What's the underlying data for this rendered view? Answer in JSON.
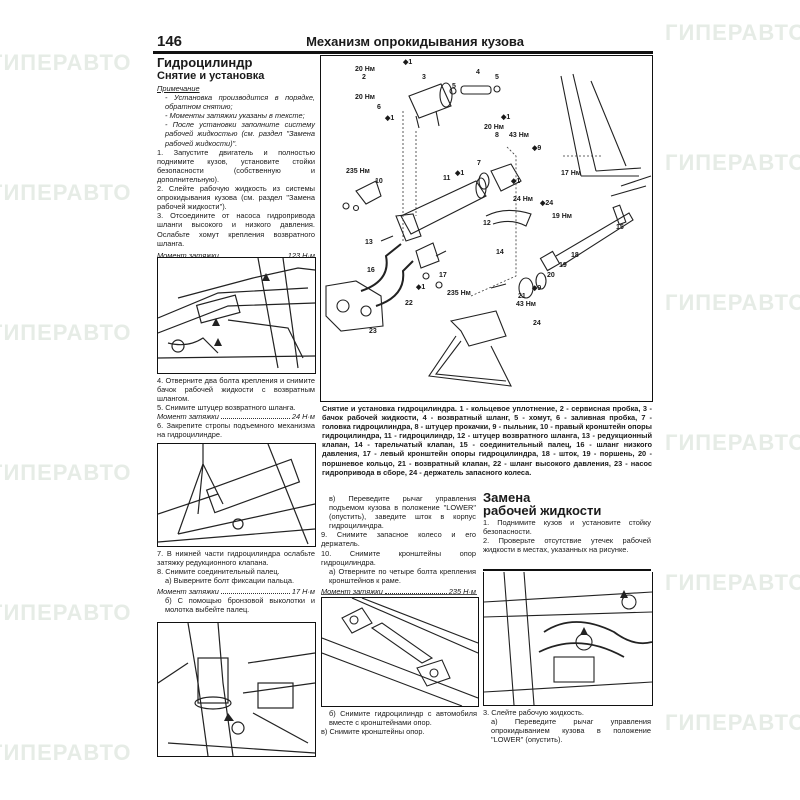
{
  "header": {
    "page_number": "146",
    "title": "Механизм опрокидывания кузова"
  },
  "watermark": "ГИПЕРАВТО",
  "left": {
    "title": "Гидроцилиндр",
    "subtitle": "Снятие и установка",
    "note_heading": "Примечание",
    "notes": [
      "- Установка производится в порядке, обратном снятию;",
      "- Моменты затяжки указаны в тексте;",
      "- После установки заполните систему рабочей жидкостью (см. раздел \"Замена рабочей жидкости)\"."
    ],
    "steps_a": [
      "1. Запустите двигатель и полностью поднимите кузов, установите стойки безопасности (собственную и дополнительную).",
      "2. Слейте рабочую жидкость из системы опрокидывания кузова (см. раздел \"Замена рабочей жидкости\").",
      "3. Отсоедините от насоса гидропривода шланги высокого и низкого давления. Ослабьте хомут крепления возвратного шланга."
    ],
    "torque_a": {
      "label": "Момент затяжки",
      "value": "123 Н·м"
    },
    "steps_b": [
      "4. Отверните два болта крепления и снимите бачок рабочей жидкости с возвратным шлангом.",
      "5. Снимите штуцер возвратного шланга."
    ],
    "torque_b": {
      "label": "Момент затяжки",
      "value": "24 Н·м"
    },
    "steps_c": [
      "6. Закрепите стропы подъемного механизма на гидроцилиндре."
    ],
    "steps_d": [
      "7. В нижней части гидроцилиндра ослабьте затяжку редукционного клапана.",
      "8. Снимите соединительный палец.",
      "а) Выверните болт фиксации пальца."
    ],
    "torque_d": {
      "label": "Момент затяжки",
      "value": "17 Н·м"
    },
    "steps_e": [
      "б) С помощью бронзовой выколотки и молотка выбейте палец."
    ]
  },
  "diagram": {
    "caption_title": "Снятие и установка гидроцилиндра.",
    "caption_body": "1 - кольцевое уплотнение, 2 - сервисная пробка, 3 - бачок рабочей жидкости, 4 - возвратный шланг, 5 - хомут, 6 - заливная пробка, 7 - головка гидроцилиндра, 8 - штуцер прокачки, 9 - пыльник, 10 - правый кронштейн опоры гидроцилиндра, 11 - гидроцилиндр, 12 - штуцер возвратного шланга, 13 - редукционный клапан, 14 - тарельчатый клапан, 15 - соединительный палец, 16 - шланг низкого давления, 17 - левый кронштейн опоры гидроцилиндра, 18 - шток, 19 - поршень, 20 - поршневое кольцо, 21 - возвратный клапан, 22 - шланг высокого давления, 23 - насос гидропривода в сборе, 24 - держатель запасного колеса.",
    "callouts": [
      "◆1",
      "20 Нм",
      "2",
      "3",
      "5",
      "4",
      "5",
      "20 Нм",
      "6",
      "◆1",
      "◆1",
      "20 Нм",
      "8",
      "43 Нм",
      "◆9",
      "235 Нм",
      "10",
      "7",
      "11",
      "◆1",
      "◆1",
      "17 Нм",
      "24 Нм",
      "◆24",
      "19 Нм",
      "15",
      "12",
      "13",
      "14",
      "18",
      "16",
      "19",
      "17",
      "20",
      "◆1",
      "◆9",
      "22",
      "21",
      "235 Нм",
      "43 Нм",
      "23",
      "24"
    ]
  },
  "middle": {
    "steps_a": [
      "в) Переведите рычаг управления подъемом кузова в положение \"LOWER\" (опустить), заведите шток в корпус гидроцилиндра.",
      "9. Снимите запасное колесо и его держатель.",
      "10. Снимите кронштейны опор гидроцилиндра.",
      "а) Отверните по четыре болта крепления кронштейнов к раме."
    ],
    "torque": {
      "label": "Момент затяжки",
      "value": "235 Н·м"
    },
    "steps_b": [
      "б) Снимите гидроцилиндр с автомобиля вместе с кронштейнами опор.",
      "в) Снимите кронштейны опор."
    ]
  },
  "right": {
    "title_line1": "Замена",
    "title_line2": "рабочей жидкости",
    "steps_a": [
      "1. Поднимите кузов и установите стойку безопасности.",
      "2. Проверьте отсутствие утечек рабочей жидкости в местах, указанных на рисунке."
    ],
    "steps_b": [
      "3. Слейте рабочую жидкость.",
      "а) Переведите рычаг управления опрокидыванием кузова в положение \"LOWER\" (опустить)."
    ]
  }
}
